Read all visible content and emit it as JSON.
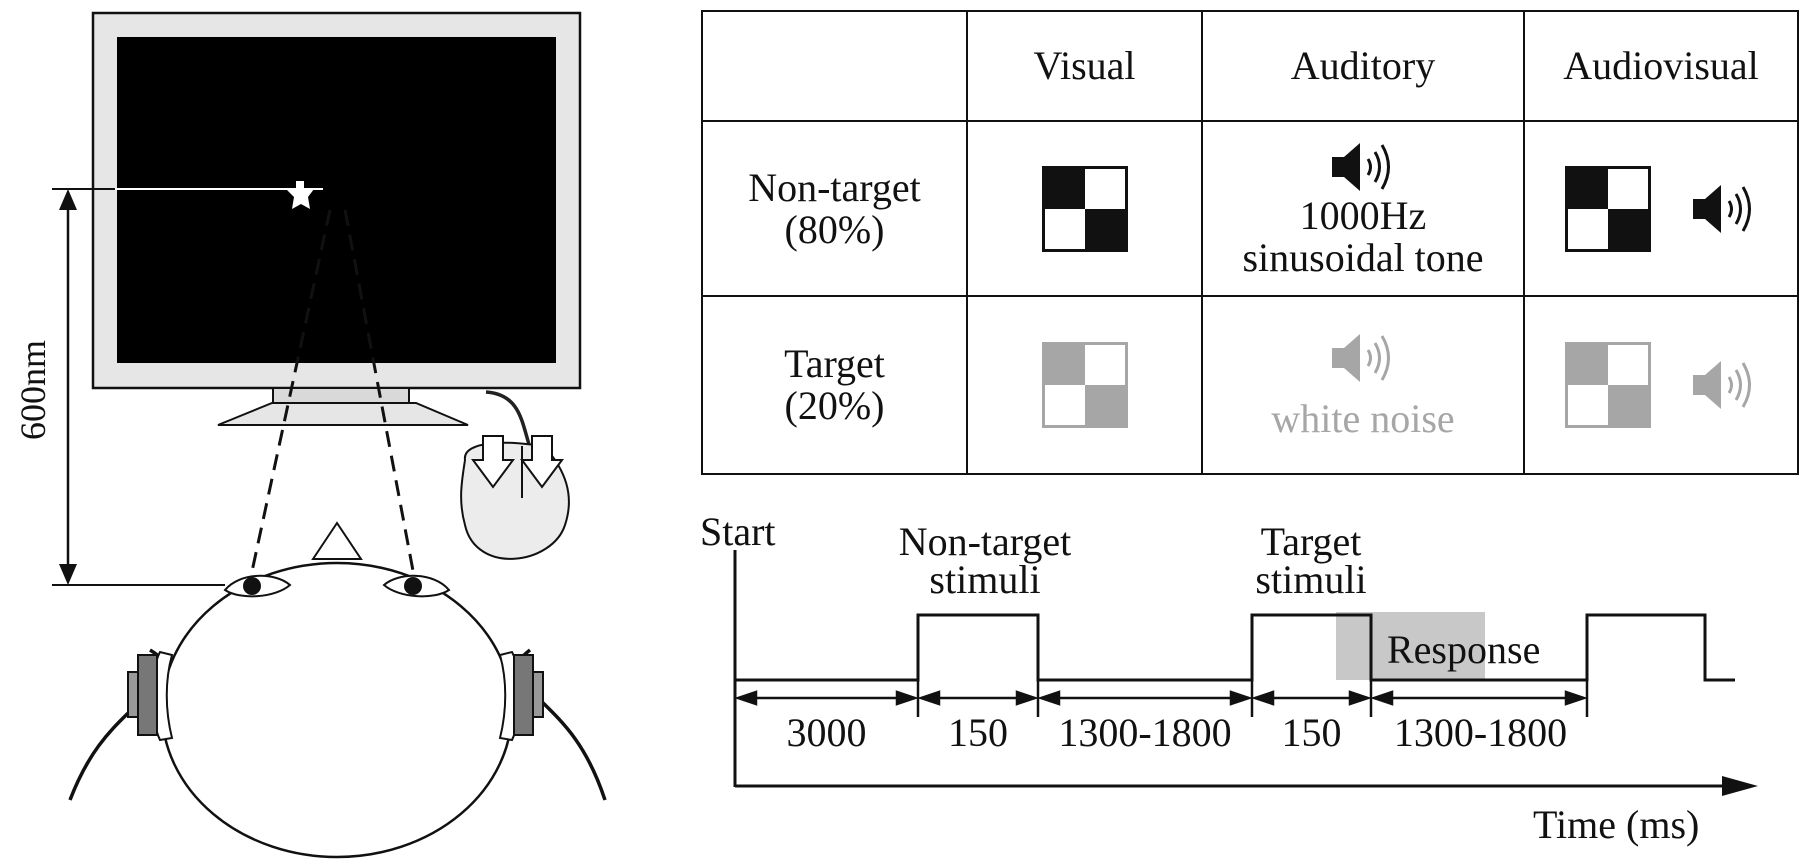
{
  "setup": {
    "distance_label": "600nm"
  },
  "table": {
    "headers": [
      "",
      "Visual",
      "Auditory",
      "Audiovisual"
    ],
    "rows": [
      {
        "label_line1": "Non-target",
        "label_line2": "(80%)",
        "auditory_line1": "1000Hz",
        "auditory_line2": "sinusoidal tone",
        "tone_color": "#111111"
      },
      {
        "label_line1": "Target",
        "label_line2": "(20%)",
        "auditory_line1": "white noise",
        "tone_color": "#a6a6a6"
      }
    ]
  },
  "timeline": {
    "start_label": "Start",
    "nontarget_label_line1": "Non-target",
    "nontarget_label_line2": "stimuli",
    "target_label_line1": "Target",
    "target_label_line2": "stimuli",
    "response_label": "Response",
    "axis_label": "Time (ms)",
    "intervals": [
      "3000",
      "150",
      "1300-1800",
      "150",
      "1300-1800"
    ]
  }
}
